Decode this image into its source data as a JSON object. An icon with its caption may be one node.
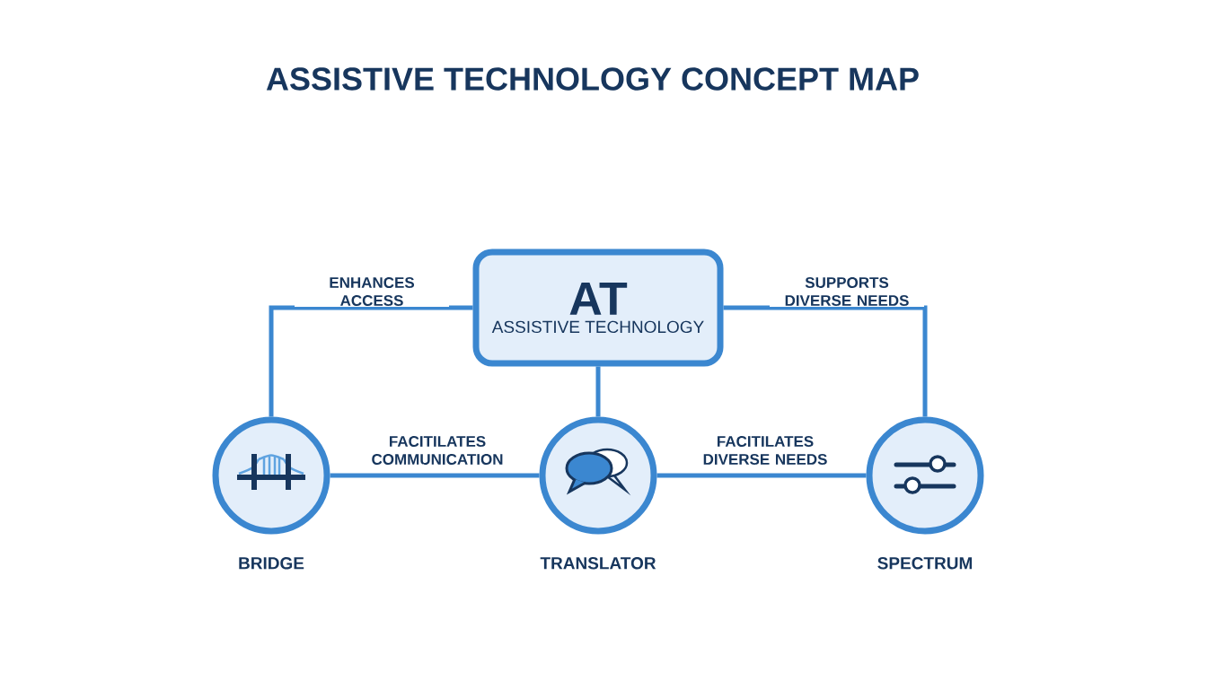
{
  "diagram": {
    "title": "ASSISTIVE TECHNOLOGY CONCEPT MAP",
    "nodes": [
      {
        "text": [
          "AT",
          "ASSISTIVE TECHNOLOGY"
        ]
      },
      {
        "text": [
          "BRIDGE"
        ]
      },
      {
        "text": [
          "TRANSLATOR"
        ]
      },
      {
        "text": [
          "SPECTRUM"
        ]
      }
    ],
    "edges": [
      {
        "from": 0,
        "to": 1,
        "arrow": "none",
        "label": "ENHANCES ACCESS"
      },
      {
        "from": 0,
        "to": 2,
        "arrow": "none"
      },
      {
        "from": 0,
        "to": 3,
        "arrow": "none",
        "label": "SUPPORTS DIVERSE NEEDS"
      },
      {
        "from": 1,
        "to": 2,
        "arrow": "none",
        "label": "FACITILATES COMMUNICATION"
      },
      {
        "from": 2,
        "to": 3,
        "arrow": "none",
        "label": "FACITILATES DIVERSE NEEDS"
      }
    ]
  }
}
